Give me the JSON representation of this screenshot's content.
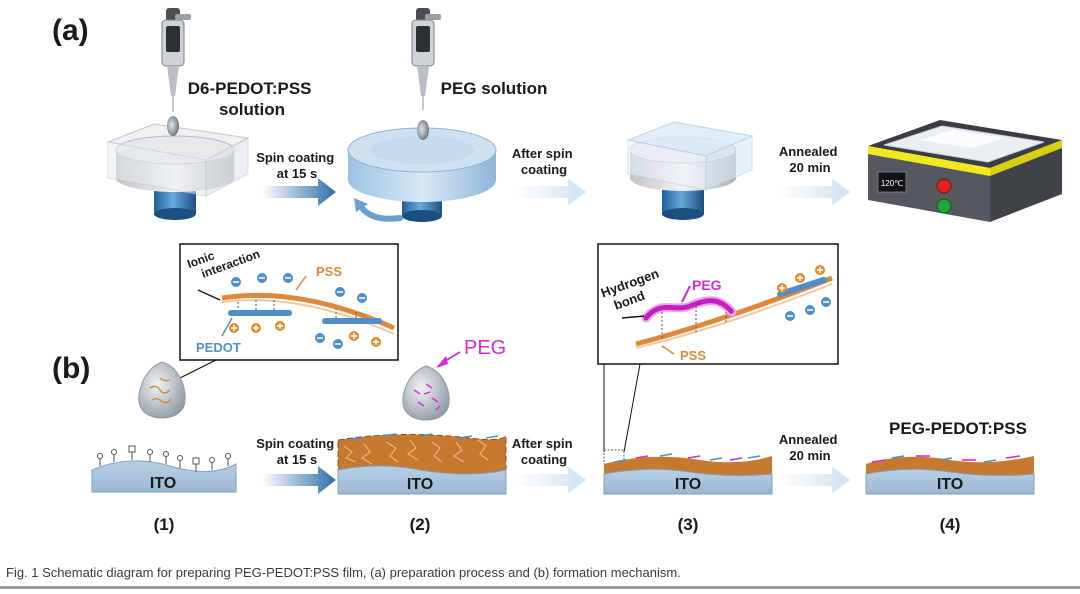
{
  "panel_labels": {
    "a": "(a)",
    "b": "(b)"
  },
  "row_a": {
    "solution_1": [
      "D6-PEDOT:PSS",
      "solution"
    ],
    "solution_2": "PEG solution",
    "step_1": [
      "Spin coating",
      "at 15 s"
    ],
    "step_2": [
      "After spin",
      "coating"
    ],
    "step_3": [
      "Annealed",
      "20 min"
    ],
    "hotplate_display": "120℃"
  },
  "row_b": {
    "inset_1": {
      "ionic": [
        "Ionic",
        "interaction"
      ],
      "pss": "PSS",
      "pedot": "PEDOT"
    },
    "peg_label": "PEG",
    "inset_2": {
      "hydrogen": [
        "Hydrogen",
        "bond"
      ],
      "peg": "PEG",
      "pss": "PSS"
    },
    "substrate": "ITO",
    "step_1": [
      "Spin coating",
      "at 15 s"
    ],
    "step_2": [
      "After spin",
      "coating"
    ],
    "step_3": [
      "Annealed",
      "20 min"
    ],
    "final_title": "PEG-PEDOT:PSS",
    "stage_labels": [
      "(1)",
      "(2)",
      "(3)",
      "(4)"
    ]
  },
  "caption": "Fig. 1  Schematic diagram for preparing PEG-PEDOT:PSS film, (a) preparation process and (b) formation mechanism.",
  "colors": {
    "arrow_dark": "#2f6ea8",
    "arrow_light": "#cfe2f3",
    "pss": "#e0883a",
    "pedot": "#4f8fc8",
    "peg": "#d62ad6",
    "ito": "#aac4de",
    "plus": "#e58a2e",
    "minus": "#4f8fc8"
  }
}
